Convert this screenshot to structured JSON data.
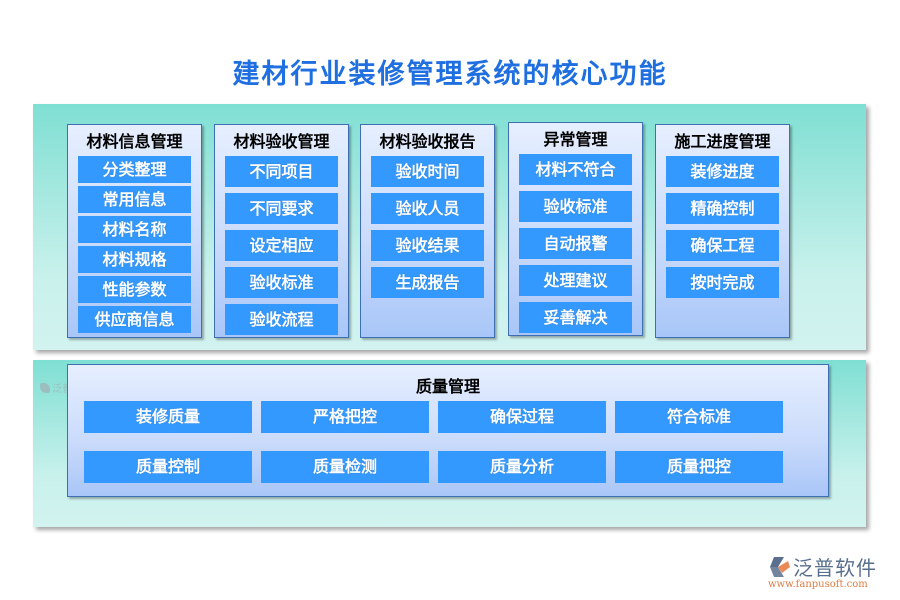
{
  "title": "建材行业装修管理系统的核心功能",
  "columns": [
    {
      "title": "材料信息管理",
      "items": [
        "分类整理",
        "常用信息",
        "材料名称",
        "材料规格",
        "性能参数",
        "供应商信息"
      ]
    },
    {
      "title": "材料验收管理",
      "items": [
        "不同项目",
        "不同要求",
        "设定相应",
        "验收标准",
        "验收流程"
      ]
    },
    {
      "title": "材料验收报告",
      "items": [
        "验收时间",
        "验收人员",
        "验收结果",
        "生成报告"
      ]
    },
    {
      "title": "异常管理",
      "items": [
        "材料不符合",
        "验收标准",
        "自动报警",
        "处理建议",
        "妥善解决"
      ]
    },
    {
      "title": "施工进度管理",
      "items": [
        "装修进度",
        "精确控制",
        "确保工程",
        "按时完成"
      ]
    }
  ],
  "quality": {
    "title": "质量管理",
    "items": [
      "装修质量",
      "严格把控",
      "确保过程",
      "符合标准",
      "质量控制",
      "质量检测",
      "质量分析",
      "质量把控"
    ]
  },
  "watermark": "泛普软件",
  "logo": {
    "name": "泛普软件",
    "url": "www.fanpusoft.com"
  },
  "colors": {
    "title": "#1f6fe0",
    "item_bg": "#3399ff",
    "panel_top": "#7fdfd3",
    "box_border": "#3e6fb3"
  }
}
